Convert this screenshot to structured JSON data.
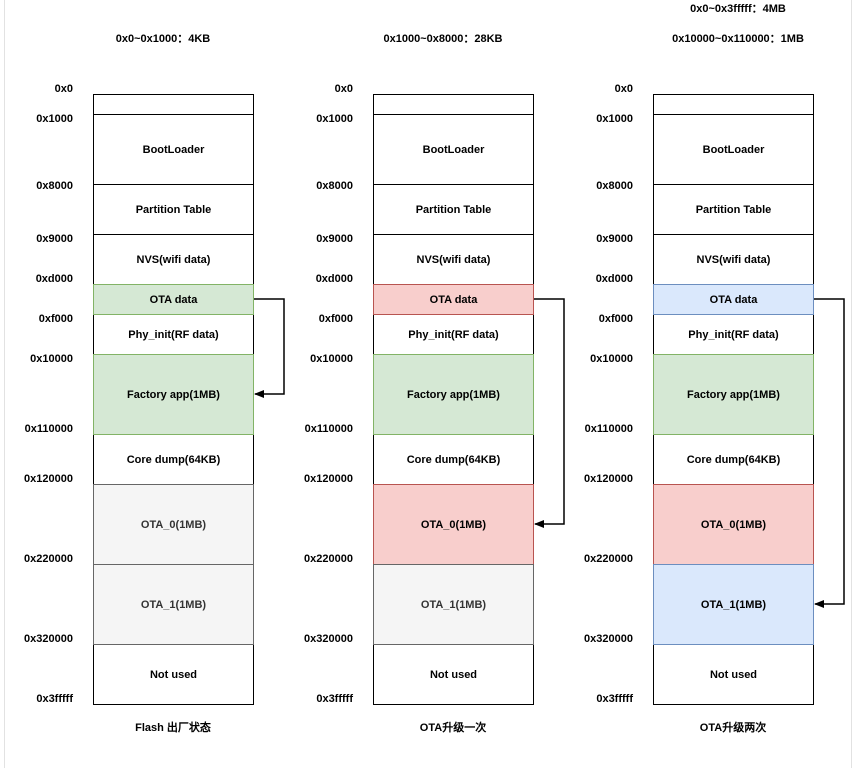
{
  "headers": {
    "col1": [
      "0x0~0x1000：4KB"
    ],
    "col2": [
      "0x1000~0x8000：28KB"
    ],
    "col3": [
      "0x0~0x3fffff：4MB",
      "0x10000~0x110000：1MB"
    ]
  },
  "addresses": [
    "0x0",
    "0x1000",
    "0x8000",
    "0x9000",
    "0xd000",
    "0xf000",
    "0x10000",
    "0x110000",
    "0x120000",
    "0x220000",
    "0x320000",
    "0x3fffff"
  ],
  "blocks": [
    {
      "id": "reserved",
      "label": ""
    },
    {
      "id": "bootloader",
      "label": "BootLoader"
    },
    {
      "id": "partition-table",
      "label": "Partition Table"
    },
    {
      "id": "nvs",
      "label": "NVS(wifi data)"
    },
    {
      "id": "ota-data",
      "label": "OTA data"
    },
    {
      "id": "phy-init",
      "label": "Phy_init(RF data)"
    },
    {
      "id": "factory-app",
      "label": "Factory app(1MB)"
    },
    {
      "id": "core-dump",
      "label": "Core dump(64KB)"
    },
    {
      "id": "ota-0",
      "label": "OTA_0(1MB)"
    },
    {
      "id": "ota-1",
      "label": "OTA_1(1MB)"
    },
    {
      "id": "not-used",
      "label": "Not used"
    }
  ],
  "columns": [
    {
      "caption": "Flash 出厂状态",
      "styles": {
        "ota-data": "green",
        "factory-app": "green",
        "ota-0": "gray",
        "ota-1": "gray"
      },
      "arrow": {
        "from": "ota-data",
        "to": "factory-app"
      }
    },
    {
      "caption": "OTA升级一次",
      "styles": {
        "ota-data": "red",
        "factory-app": "green",
        "ota-0": "red",
        "ota-1": "gray"
      },
      "arrow": {
        "from": "ota-data",
        "to": "ota-0"
      }
    },
    {
      "caption": "OTA升级两次",
      "styles": {
        "ota-data": "blue",
        "factory-app": "green",
        "ota-0": "red",
        "ota-1": "blue"
      },
      "arrow": {
        "from": "ota-data",
        "to": "ota-1"
      }
    }
  ],
  "colors": {
    "green": {
      "fill": "#d5e8d4",
      "stroke": "#82b366"
    },
    "red": {
      "fill": "#f8cecc",
      "stroke": "#b85450"
    },
    "blue": {
      "fill": "#dae8fc",
      "stroke": "#6c8ebf"
    },
    "gray": {
      "fill": "#f5f5f5",
      "stroke": "#666666"
    },
    "default": {
      "fill": "#ffffff",
      "stroke": "#000000"
    }
  }
}
